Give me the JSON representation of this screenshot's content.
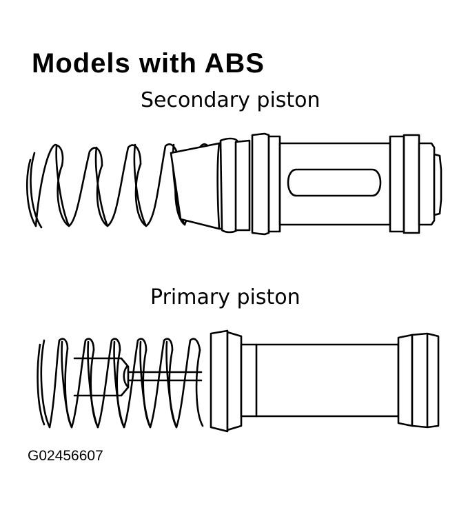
{
  "title": "Models with ABS",
  "secondary": {
    "label": "Secondary piston"
  },
  "primary": {
    "label": "Primary piston"
  },
  "figure_code": "G02456607",
  "colors": {
    "ink": "#000000",
    "background": "#ffffff"
  }
}
